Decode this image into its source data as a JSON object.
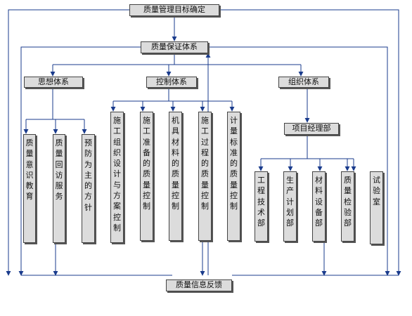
{
  "title": "质量管理目标确定",
  "assurance": "质量保证体系",
  "systems": {
    "thought": "思想体系",
    "control": "控制体系",
    "organization": "组织体系"
  },
  "thought_items": [
    "质量意识教育",
    "质量回访服务",
    "预防为主的方针"
  ],
  "control_items": [
    "施工组织设计与方案控制",
    "施工准备的质量控制",
    "机具材料的质量控制",
    "施工过程的质量控制",
    "计量标准的质量控制"
  ],
  "project_manager": "项目经理部",
  "org_items": [
    "工程技术部",
    "生产计划部",
    "材料设备部",
    "质量检验部",
    "试验室"
  ],
  "feedback": "质量信息反馈",
  "colors": {
    "box_fill": "#dcdcdc",
    "box_border": "#444444",
    "line": "#1a3b8c",
    "shadow": "#555555"
  }
}
